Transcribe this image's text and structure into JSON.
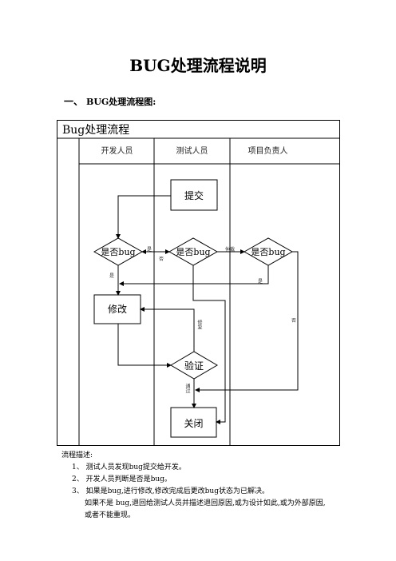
{
  "doc_title": "BUG处理流程说明",
  "section": {
    "number": "一、",
    "title": "BUG处理流程图:"
  },
  "flowchart": {
    "title": "Bug处理流程",
    "lanes": [
      "开发人员",
      "测试人员",
      "项目负责人"
    ],
    "nodes": {
      "submit": "提交",
      "check_dev": "是否bug",
      "check_test": "是否bug",
      "check_lead": "是否bug",
      "modify": "修改",
      "verify": "验证",
      "close": "关闭"
    },
    "edge_labels": {
      "dev_yes": "是",
      "dev_to_test_yes": "是",
      "dev_to_test_no": "否",
      "test_to_lead": "仲裁",
      "lead_yes": "是",
      "lead_no": "否",
      "modify_to_verify": "修复",
      "verify_to_close": "通过"
    }
  },
  "description": {
    "label": "流程描述:",
    "items": [
      {
        "num": "1、",
        "text": "测试人员发现bug提交给开发。"
      },
      {
        "num": "2、",
        "text": "开发人员判断是否是bug。"
      },
      {
        "num": "3、",
        "text": "如果是bug,进行修改,修改完成后更改bug状态为已解决。"
      }
    ],
    "continuation": [
      "如果不是 bug,退回给测试人员并描述退回原因,或为设计如此,或为外部原因,",
      "或者不能重现。"
    ]
  }
}
